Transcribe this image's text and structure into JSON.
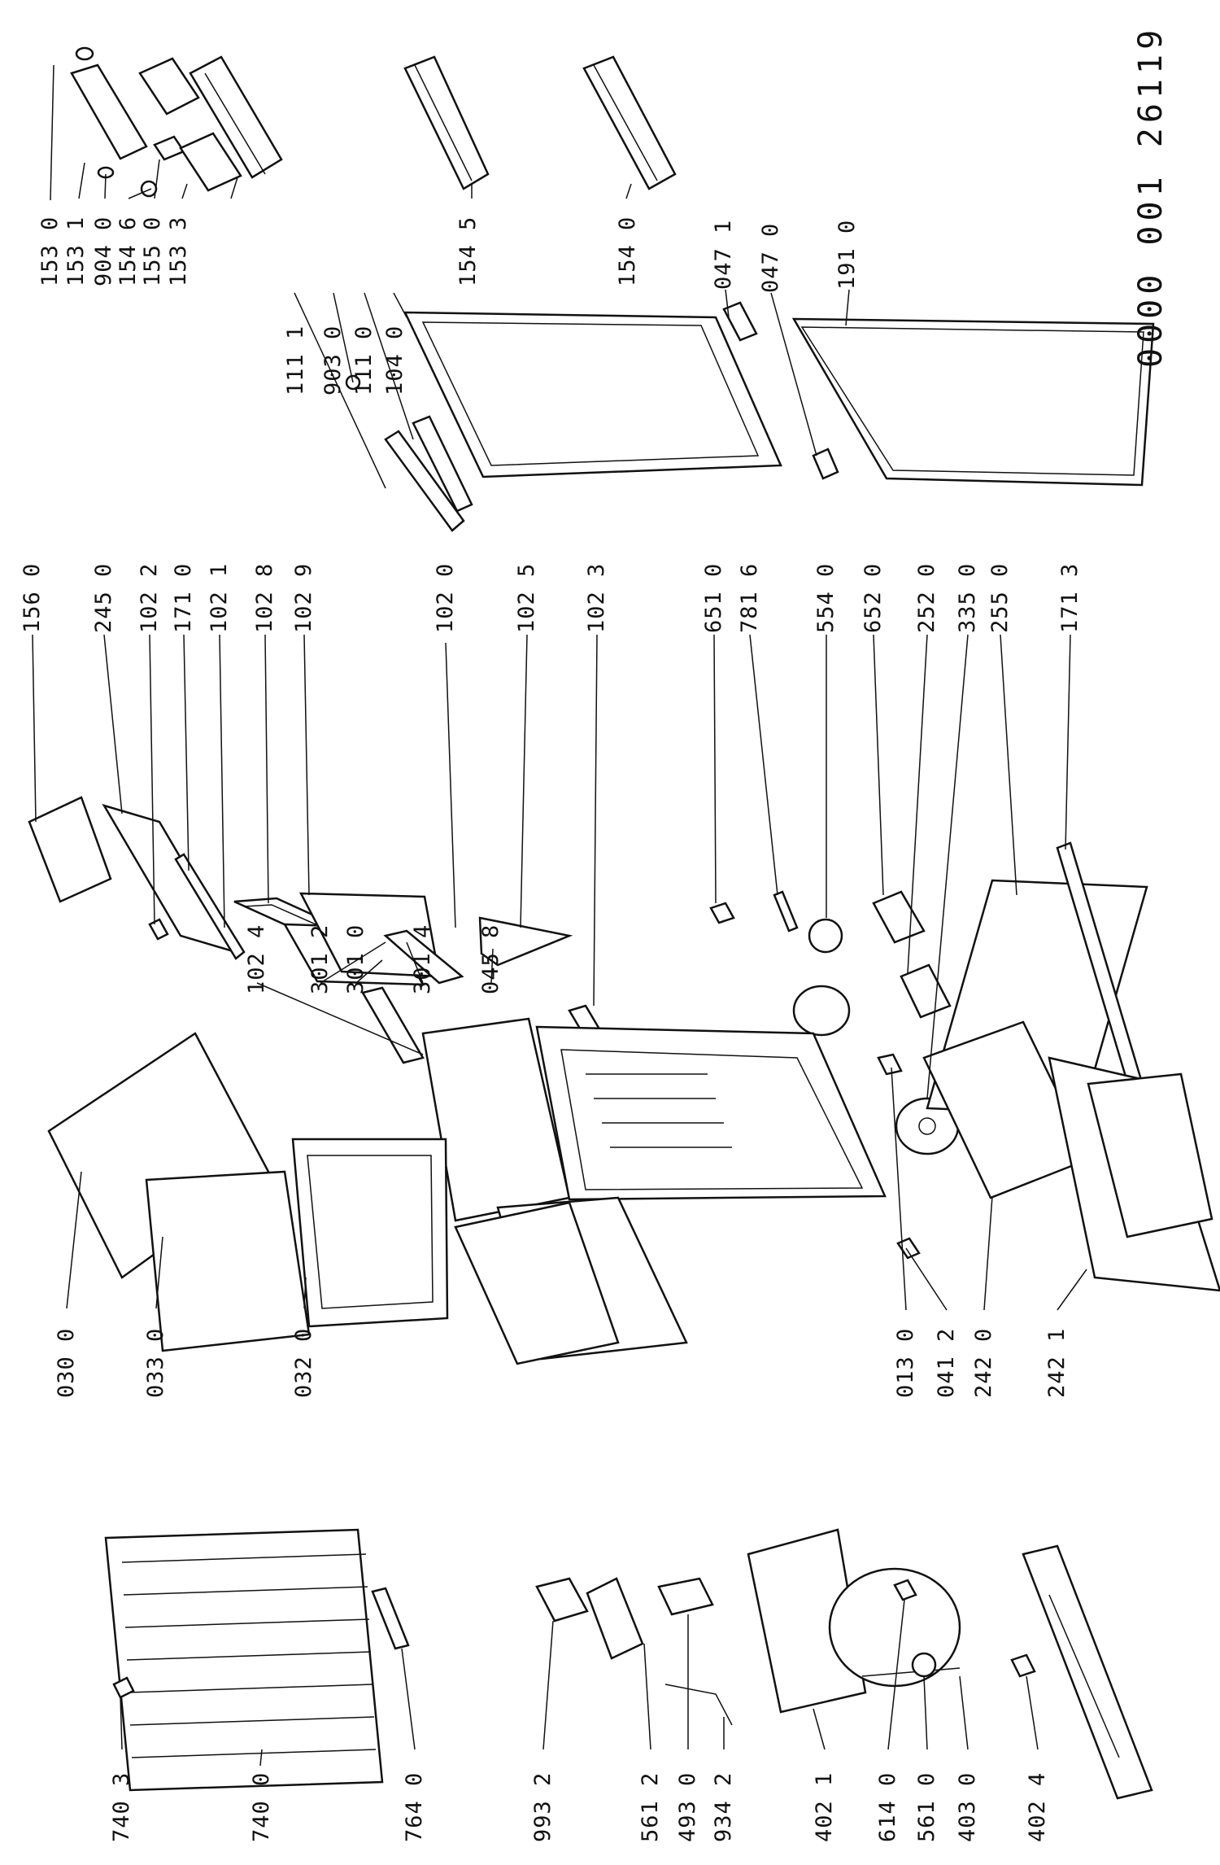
{
  "drawing_code": "0000 001 26119",
  "labels": [
    "153 0",
    "153 1",
    "904 0",
    "154 6",
    "155 0",
    "153 3",
    "154 5",
    "154 0",
    "111 1",
    "903 0",
    "111 0",
    "104 0",
    "047 1",
    "047 0",
    "191 0",
    "156 0",
    "245 0",
    "102 2",
    "171 0",
    "102 1",
    "102 8",
    "102 9",
    "102 0",
    "102 5",
    "102 3",
    "651 0",
    "781 6",
    "554 0",
    "652 0",
    "252 0",
    "335 0",
    "255 0",
    "171 3",
    "030 0",
    "033 0",
    "032 0",
    "102 4",
    "301 2",
    "301 0",
    "301 4",
    "045 8",
    "013 0",
    "041 2",
    "242 0",
    "242 1",
    "740 3",
    "740 0",
    "764 0",
    "993 2",
    "561 2",
    "493 0",
    "934 2",
    "402 1",
    "614 0",
    "561 0",
    "403 0",
    "402 4"
  ]
}
